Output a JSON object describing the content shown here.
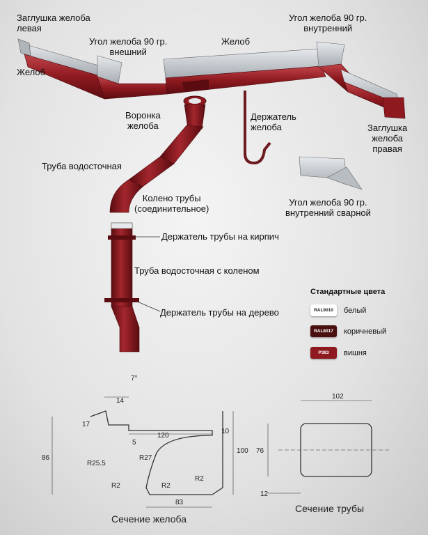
{
  "labels": {
    "end_cap_left": [
      "Заглушка желоба",
      "левая"
    ],
    "gutter_left": "Желоб",
    "corner_outer": [
      "Угол желоба 90 гр.",
      "внешний"
    ],
    "gutter_top": "Желоб",
    "corner_inner": [
      "Угол желоба 90 гр.",
      "внутренний"
    ],
    "funnel": [
      "Воронка",
      "желоба"
    ],
    "gutter_holder": [
      "Держатель",
      "желоба"
    ],
    "end_cap_right": [
      "Заглушка",
      "желоба",
      "правая"
    ],
    "downpipe": "Труба водосточная",
    "elbow": [
      "Колено трубы",
      "(соединительное)"
    ],
    "corner_inner_welded": [
      "Угол желоба 90 гр.",
      "внутренний сварной"
    ],
    "pipe_holder_brick": "Держатель трубы на кирпич",
    "downpipe_with_elbow": "Труба водосточная с коленом",
    "pipe_holder_wood": "Держатель трубы на дерево"
  },
  "legend": {
    "title": "Стандартные цвета",
    "items": [
      {
        "code": "RAL9010",
        "name": "белый",
        "color": "#ffffff",
        "text_color": "#222222"
      },
      {
        "code": "RAL8017",
        "name": "коричневый",
        "color": "#4a1010",
        "text_color": "#ffffff"
      },
      {
        "code": "P383",
        "name": "вишня",
        "color": "#8e1a20",
        "text_color": "#ffffff"
      }
    ]
  },
  "gutter_section": {
    "title": "Сечение желоба",
    "dims": {
      "angle": "7°",
      "lip": "14",
      "lip_h": "17",
      "width": "120",
      "edge": "10",
      "depth": "5",
      "height_total": "86",
      "height_right": "100",
      "r1": "R25.5",
      "r2": "R27",
      "r3": "R2",
      "r4": "R2",
      "r5": "R2",
      "bottom": "83"
    }
  },
  "pipe_section": {
    "title": "Сечение трубы",
    "dims": {
      "width": "102",
      "height": "76",
      "offset": "12"
    }
  },
  "colors": {
    "metal": "#8e1a20",
    "metal_dark": "#5e0e12",
    "metal_light": "#b83a40",
    "steel": "#c9ced3"
  }
}
